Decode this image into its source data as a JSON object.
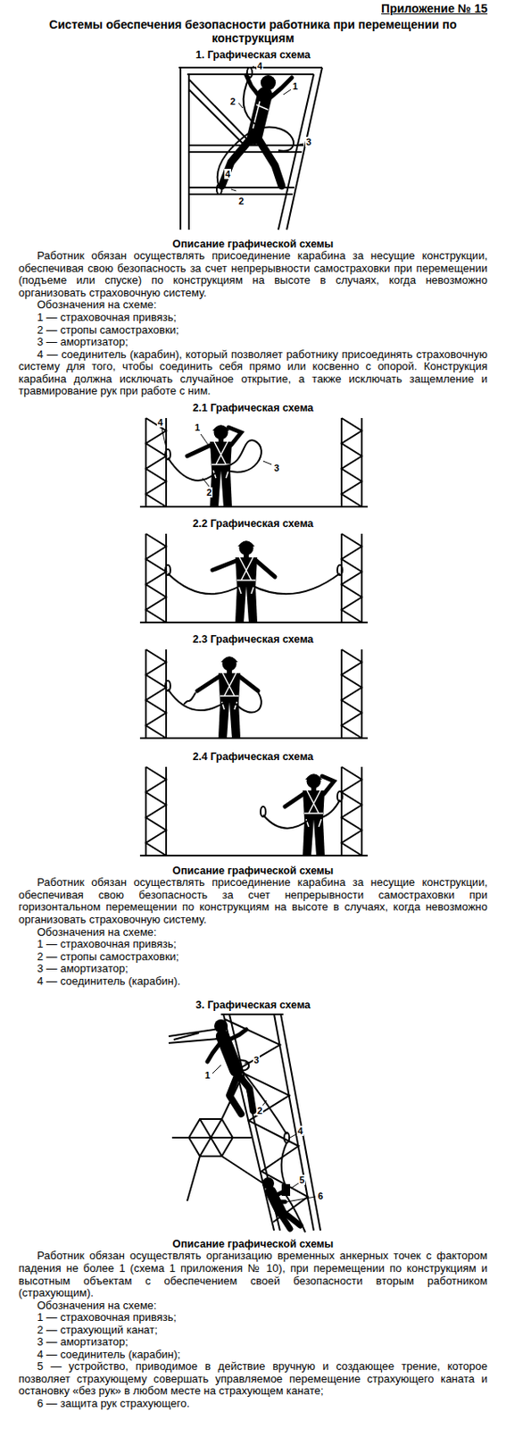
{
  "diagram": {
    "title": "Системы обеспечения безопасности работника при перемещении по конструкциям",
    "labels": [
      "Приложение № 15",
      "1. Графическая схема",
      "4",
      "2",
      "1",
      "3",
      "4",
      "2",
      "Описание графической схемы",
      "Работник обязан осуществлять присоединение карабина за несущие конструкции, обеспечивая свою безопасность за счет непрерывности самостраховки при перемещении (подъеме или спуске) по конструкциям на высоте в случаях, когда невозможно организовать страховочную систему.",
      "Обозначения на схеме:",
      "1 — страховочная привязь;",
      "2 — стропы самостраховки;",
      "3 — амортизатор;",
      "4 — соединитель (карабин), который позволяет работнику присоединять страховочную систему для того, чтобы соединить себя прямо или косвенно с опорой. Конструкция карабина должна исключать случайное открытие, а также исключать защемление и травмирование рук при работе с ним.",
      "2.1 Графическая схема",
      "4",
      "1",
      "3",
      "2",
      "2.2 Графическая схема",
      "2.3 Графическая схема",
      "2.4 Графическая схема",
      "Описание графической схемы",
      "Работник обязан осуществлять присоединение карабина за несущие конструкции, обеспечивая свою безопасность за счет непрерывности самостраховки при горизонтальном перемещении по конструкциям на высоте в случаях, когда невозможно организовать страховочную систему.",
      "Обозначения на схеме:",
      "1 — страховочная привязь;",
      "2 — стропы самостраховки;",
      "3 — амортизатор;",
      "4 — соединитель (карабин).",
      "3. Графическая схема",
      "1",
      "3",
      "2",
      "4",
      "5",
      "6",
      "Описание графической схемы",
      "Работник обязан осуществлять организацию временных анкерных точек с фактором падения не более 1 (схема 1 приложения № 10), при перемещении по конструкциям и высотным объектам с обеспечением своей безопасности вторым работником (страхующим).",
      "Обозначения на схеме:",
      "1 — страховочная привязь;",
      "2 — страхующий канат;",
      "3 — амортизатор;",
      "4 — соединитель (карабин);",
      "5 — устройство, приводимое в действие вручную и создающее трение, которое позволяет страхующему совершать управляемое перемещение страхующего каната и остановку «без рук» в любом месте на страхующем канате;",
      "6 — защита рук страхующего."
    ]
  }
}
